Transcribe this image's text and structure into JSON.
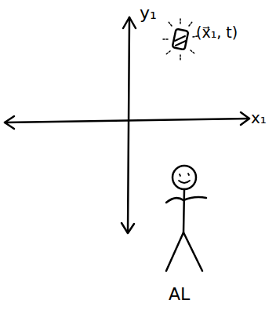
{
  "diagram": {
    "labels": [
      "y₁",
      "x₁",
      "(x⃗₁, t)",
      "AL"
    ]
  }
}
